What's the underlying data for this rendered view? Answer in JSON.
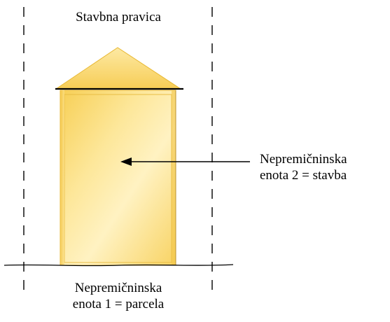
{
  "labels": {
    "building_right": "Stavbna pravica",
    "unit_two_line1": "Nepremičninska",
    "unit_two_line2": "enota 2 = stavba",
    "unit_one_line1": "Nepremičninska",
    "unit_one_line2": "enota 1 = parcela"
  },
  "colors": {
    "building_fill_light": "#fff3c4",
    "building_fill_mid": "#fde48a",
    "building_fill_dark": "#f6c94a",
    "outline": "#000000",
    "background": "#ffffff"
  }
}
